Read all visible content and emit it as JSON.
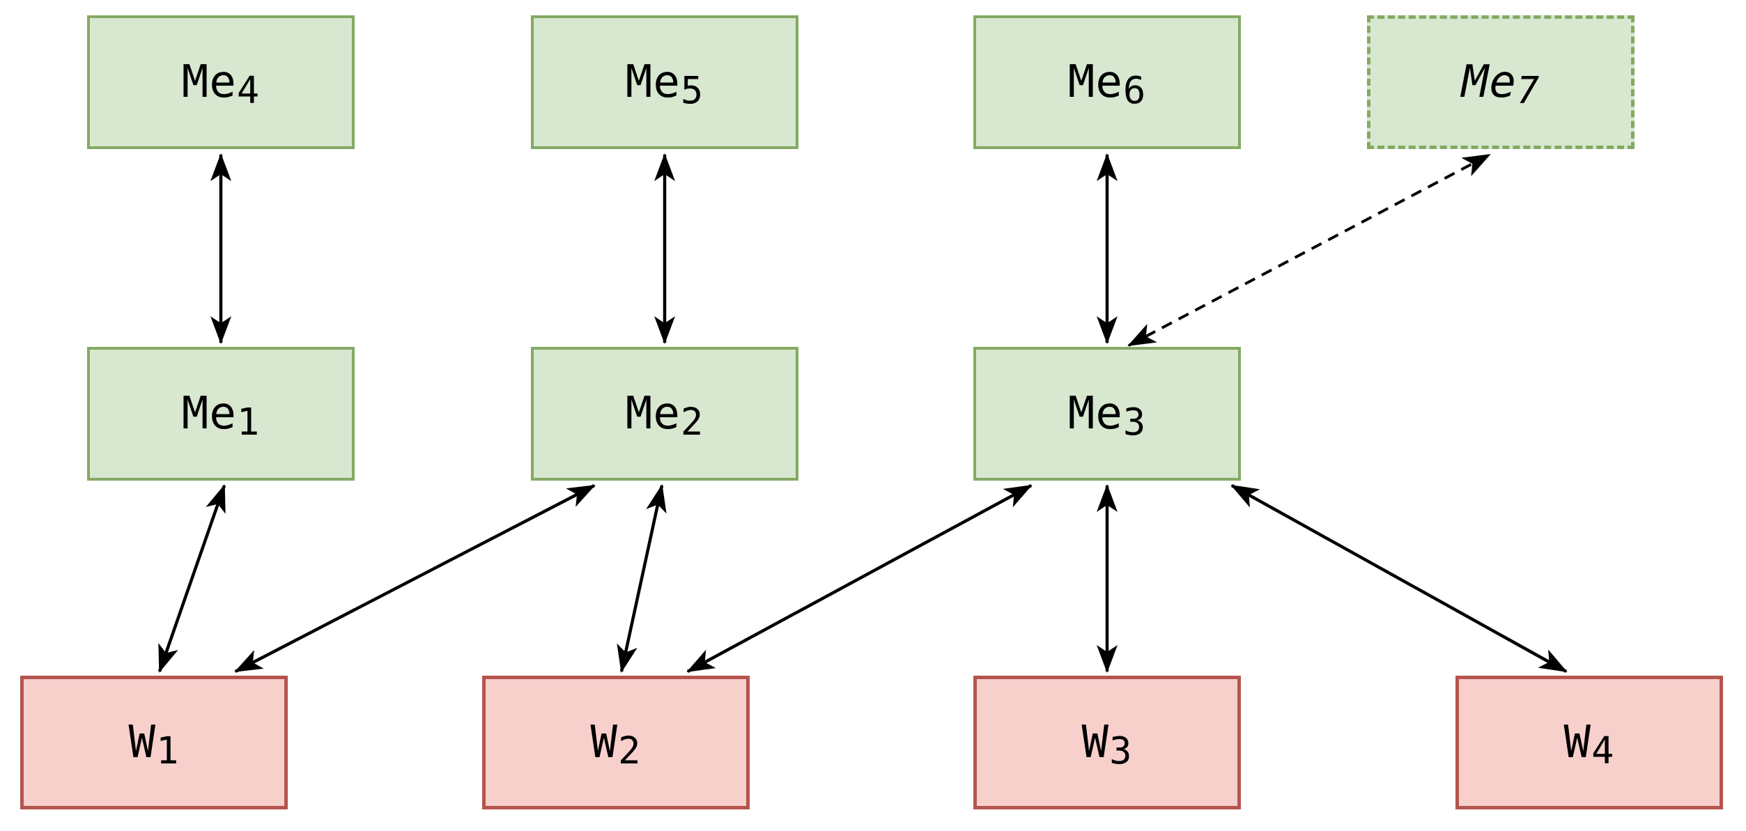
{
  "diagram": {
    "title": "memory-worker-connection-diagram",
    "background": "#ffffff",
    "colors": {
      "memory_fill": "#d7e7d0",
      "memory_border": "#83aa62",
      "worker_fill": "#f7d0cc",
      "worker_border": "#b5544f",
      "edge": "#000000",
      "label": "#000000"
    },
    "nodes": [
      {
        "id": "me4",
        "base": "Me",
        "sub": "4",
        "kind": "memory",
        "dashed": false,
        "italic": false
      },
      {
        "id": "me5",
        "base": "Me",
        "sub": "5",
        "kind": "memory",
        "dashed": false,
        "italic": false
      },
      {
        "id": "me6",
        "base": "Me",
        "sub": "6",
        "kind": "memory",
        "dashed": false,
        "italic": false
      },
      {
        "id": "me7",
        "base": "Me",
        "sub": "7",
        "kind": "memory",
        "dashed": true,
        "italic": true
      },
      {
        "id": "me1",
        "base": "Me",
        "sub": "1",
        "kind": "memory",
        "dashed": false,
        "italic": false
      },
      {
        "id": "me2",
        "base": "Me",
        "sub": "2",
        "kind": "memory",
        "dashed": false,
        "italic": false
      },
      {
        "id": "me3",
        "base": "Me",
        "sub": "3",
        "kind": "memory",
        "dashed": false,
        "italic": false
      },
      {
        "id": "w1",
        "base": "W",
        "sub": "1",
        "kind": "worker",
        "dashed": false,
        "italic": false
      },
      {
        "id": "w2",
        "base": "W",
        "sub": "2",
        "kind": "worker",
        "dashed": false,
        "italic": false
      },
      {
        "id": "w3",
        "base": "W",
        "sub": "3",
        "kind": "worker",
        "dashed": false,
        "italic": false
      },
      {
        "id": "w4",
        "base": "W",
        "sub": "4",
        "kind": "worker",
        "dashed": false,
        "italic": false
      }
    ],
    "edges": [
      {
        "from": "me4",
        "to": "me1",
        "style": "solid",
        "bidirectional": true
      },
      {
        "from": "me5",
        "to": "me2",
        "style": "solid",
        "bidirectional": true
      },
      {
        "from": "me6",
        "to": "me3",
        "style": "solid",
        "bidirectional": true
      },
      {
        "from": "me3",
        "to": "me7",
        "style": "dashed",
        "bidirectional": true
      },
      {
        "from": "me1",
        "to": "w1",
        "style": "solid",
        "bidirectional": true
      },
      {
        "from": "me2",
        "to": "w1",
        "style": "solid",
        "bidirectional": true
      },
      {
        "from": "me2",
        "to": "w2",
        "style": "solid",
        "bidirectional": true
      },
      {
        "from": "me3",
        "to": "w2",
        "style": "solid",
        "bidirectional": true
      },
      {
        "from": "me3",
        "to": "w3",
        "style": "solid",
        "bidirectional": true
      },
      {
        "from": "me3",
        "to": "w4",
        "style": "solid",
        "bidirectional": true
      }
    ]
  }
}
